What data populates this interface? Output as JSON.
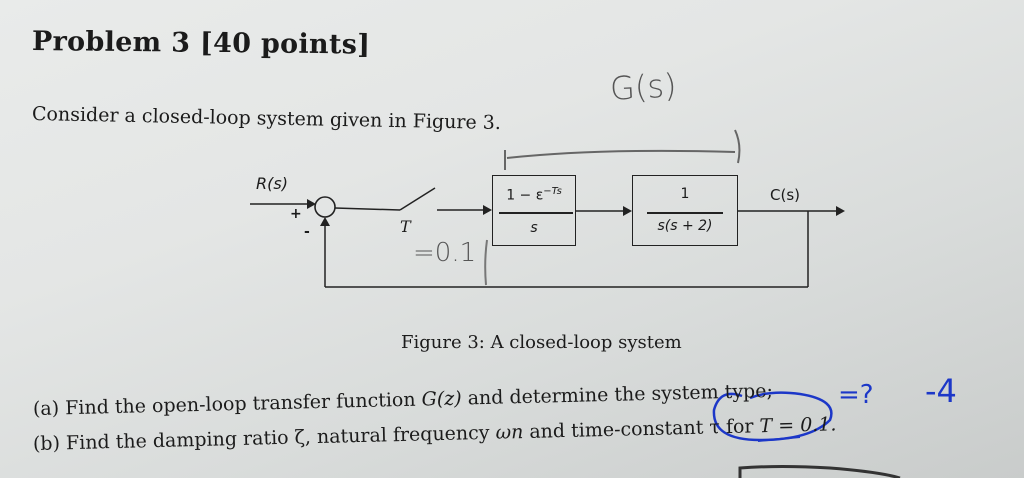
{
  "problem": {
    "title": "Problem 3 [40 points]",
    "intro": "Consider a closed-loop system given in Figure 3."
  },
  "diagram": {
    "input_label": "R(s)",
    "plus_sign": "+",
    "minus_sign": "-",
    "sampler_label": "T",
    "block1": {
      "numerator": "1 − ε",
      "exponent": "−Ts",
      "denominator": "s"
    },
    "block2": {
      "numerator": "1",
      "denominator": "s(s + 2)"
    },
    "output_label": "C(s)",
    "caption": "Figure 3: A closed-loop system"
  },
  "questions": {
    "a": {
      "label": "(a)",
      "text_before": "Find the open-loop transfer function",
      "math": "G(z)",
      "text_after": "and determine the system type;"
    },
    "b": {
      "label": "(b)",
      "text_before": "Find the damping ratio ζ, natural frequency",
      "math_wn": "ωn",
      "text_mid": "and time-constant τ for",
      "math_T": "T = 0.1."
    }
  },
  "annotations": {
    "gs_note": "G(s)",
    "t_value_note": "=0.1",
    "type_question": "=?",
    "score": "-4",
    "colors": {
      "pencil": "#555555",
      "blue_pen": "#1c37c8"
    }
  }
}
